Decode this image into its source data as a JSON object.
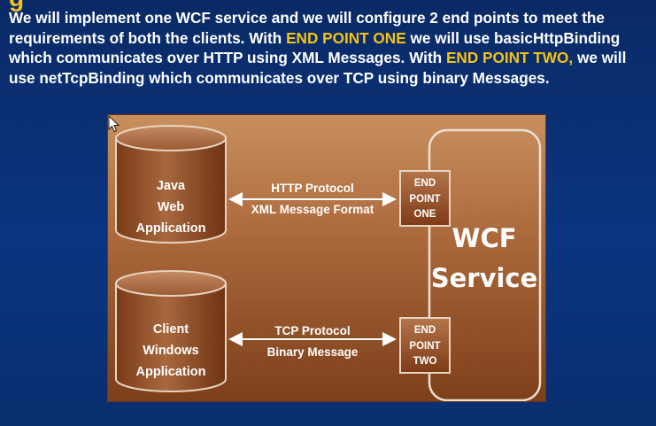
{
  "slide": {
    "title_fragment": "g",
    "paragraph": {
      "p1": "We will implement one WCF service and we will configure 2 end points to meet the requirements of both the clients. With ",
      "h1": "END POINT ONE",
      "p2": " we will use basicHttpBinding which communicates over HTTP using XML Messages. With ",
      "h2": "END POINT TWO,",
      "p3": " we will use netTcpBinding which communicates over TCP using binary Messages."
    }
  },
  "diagram": {
    "clients": [
      {
        "line1": "Java",
        "line2": "Web",
        "line3": "Application"
      },
      {
        "line1": "Client",
        "line2": "Windows",
        "line3": "Application"
      }
    ],
    "connections": [
      {
        "line1": "HTTP Protocol",
        "line2": "XML Message Format"
      },
      {
        "line1": "TCP Protocol",
        "line2": "Binary Message"
      }
    ],
    "endpoints": [
      {
        "line1": "END",
        "line2": "POINT",
        "line3": "ONE"
      },
      {
        "line1": "END",
        "line2": "POINT",
        "line3": "TWO"
      }
    ],
    "service": {
      "line1": "WCF",
      "line2": "Service"
    }
  },
  "colors": {
    "background": "#0b3580",
    "highlight": "#f2c21a",
    "diagram_panel": "#a9673a",
    "outline": "#e6d3c2"
  }
}
